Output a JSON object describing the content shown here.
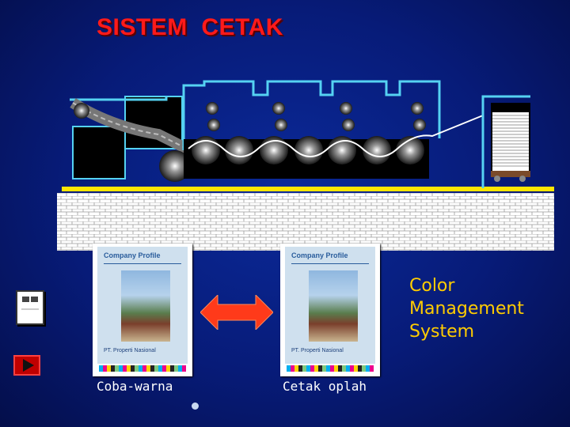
{
  "slide": {
    "title": "SISTEM  CETAK",
    "left_print_caption": "Coba-warna",
    "right_print_caption": "Cetak oplah",
    "cms_text": [
      "Color",
      "Management",
      "System"
    ],
    "document": {
      "header": "Company Profile",
      "footer": "PT. Properti Nasional"
    }
  },
  "colors": {
    "background": "#071b78",
    "title": "#ff1a1a",
    "cms_text": "#ffcc00",
    "press_outline": "#55d2f2",
    "rail": "#ffe600",
    "arrow": "#ff3a1a"
  },
  "icons": {
    "document_button": "document-icon",
    "play_button": "play-icon",
    "arrow": "double-arrow-icon"
  }
}
